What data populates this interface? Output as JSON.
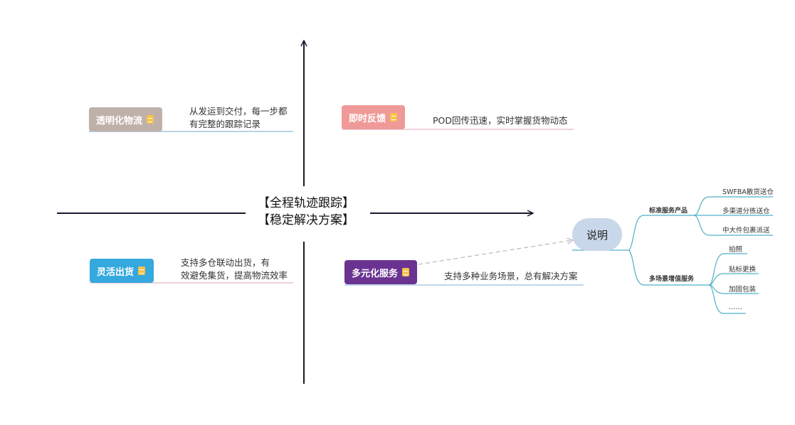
{
  "center": {
    "line1": "【全程轨迹跟踪】",
    "line2": "【稳定解决方案】"
  },
  "topics": [
    {
      "label": "透明化物流",
      "color": "#bfb1a9",
      "desc_line1": "从发运到交付，每一步都",
      "desc_line2": "有完整的跟踪记录",
      "underline": "#8fb6d8"
    },
    {
      "label": "即时反馈",
      "color": "#ef9a98",
      "desc_line1": "POD回传迅速，实时掌握货物动态",
      "underline": "#e3b9c6"
    },
    {
      "label": "灵活出货",
      "color": "#35a8de",
      "desc_line1": "支持多仓联动出货，有",
      "desc_line2": "效避免集货，提高物流效率",
      "underline": "#e3b9c6"
    },
    {
      "label": "多元化服务",
      "color": "#6a3392",
      "desc_line1": "支持多种业务场景，总有解决方案",
      "underline": "#9bbde0"
    }
  ],
  "explanation": {
    "root": "说明",
    "branches": [
      {
        "label": "标准服务产品",
        "leaves": [
          "SWFBA散货送仓",
          "多渠道分拣送仓",
          "中大件包裹派送"
        ]
      },
      {
        "label": "多场景增值服务",
        "leaves": [
          "拍照",
          "贴标更换",
          "加固包装",
          "……"
        ]
      }
    ]
  },
  "colors": {
    "axis": "#1a1a2e",
    "mindmap_line": "#4fb0c6",
    "dashed": "#b8b8b8"
  }
}
